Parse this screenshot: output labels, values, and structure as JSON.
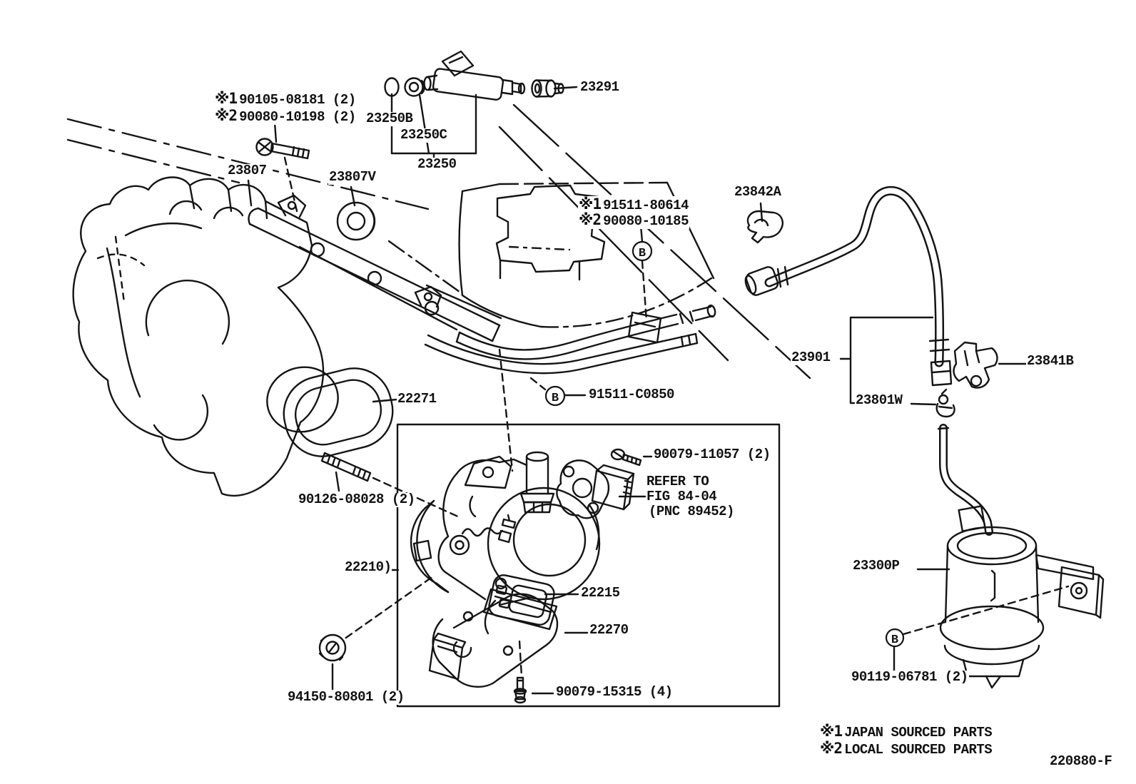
{
  "figure": {
    "code": "220880-F"
  },
  "legend": {
    "note1_marker": "※1",
    "note1_text": "JAPAN SOURCED PARTS",
    "note2_marker": "※2",
    "note2_text": "LOCAL SOURCED PARTS"
  },
  "callout": {
    "b": "B"
  },
  "parts": {
    "p90105": {
      "marker": "※1",
      "num": "90105-08181 (2)"
    },
    "p90080a": {
      "marker": "※2",
      "num": "90080-10198 (2)"
    },
    "p23250B": {
      "num": "23250B"
    },
    "p23250C": {
      "num": "23250C"
    },
    "p23250": {
      "num": "23250"
    },
    "p23291": {
      "num": "23291"
    },
    "p23807": {
      "num": "23807"
    },
    "p23807V": {
      "num": "23807V"
    },
    "p91511": {
      "marker": "※1",
      "num": "91511-80614"
    },
    "p90080b": {
      "marker": "※2",
      "num": "90080-10185"
    },
    "p23842A": {
      "num": "23842A"
    },
    "p23901": {
      "num": "23901"
    },
    "p23841B": {
      "num": "23841B"
    },
    "p23801W": {
      "num": "23801W"
    },
    "p91511C": {
      "num": "91511-C0850"
    },
    "p22271": {
      "num": "22271"
    },
    "p90126": {
      "num": "90126-08028 (2)"
    },
    "p22210": {
      "num": "22210)"
    },
    "p90079a": {
      "num": "90079-11057 (2)"
    },
    "refer1": "REFER TO",
    "refer2": "FIG 84-04",
    "refer3": "(PNC 89452)",
    "p22215": {
      "num": "22215"
    },
    "p22270": {
      "num": "22270"
    },
    "p90079b": {
      "num": "90079-15315 (4)"
    },
    "p94150": {
      "num": "94150-80801 (2)"
    },
    "p23300P": {
      "num": "23300P"
    },
    "p90119": {
      "num": "90119-06781 (2)"
    }
  }
}
